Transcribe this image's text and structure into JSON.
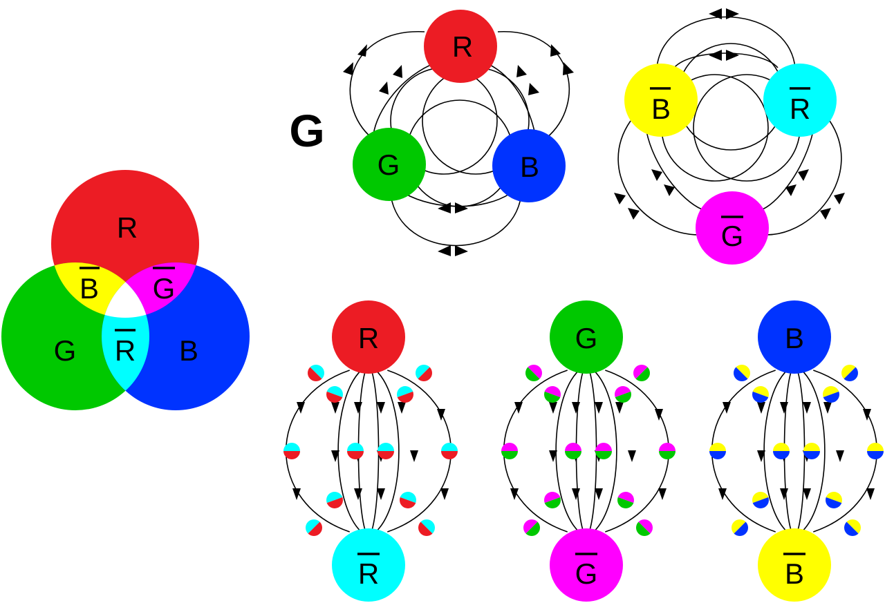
{
  "title": "G",
  "colors": {
    "R": "#ec1c24",
    "G": "#00c800",
    "B": "#0033ff",
    "Rbar": "#00ffff",
    "Gbar": "#ff00ff",
    "Bbar": "#ffff00",
    "white": "#ffffff"
  },
  "venn": {
    "labels": {
      "R": "R",
      "G": "G",
      "B": "B",
      "Rbar": "R",
      "Gbar": "G",
      "Bbar": "B"
    }
  },
  "cayley_main": {
    "nodes": [
      {
        "id": "R",
        "label": "R",
        "color": "#ec1c24"
      },
      {
        "id": "G",
        "label": "G",
        "color": "#00c800"
      },
      {
        "id": "B",
        "label": "B",
        "color": "#0033ff"
      }
    ]
  },
  "cayley_inverse": {
    "nodes": [
      {
        "id": "Bbar",
        "label": "B",
        "color": "#ffff00",
        "overline": true
      },
      {
        "id": "Rbar",
        "label": "R",
        "color": "#00ffff",
        "overline": true
      },
      {
        "id": "Gbar",
        "label": "G",
        "color": "#ff00ff",
        "overline": true
      }
    ]
  },
  "path_graphs": [
    {
      "top": "R",
      "top_color": "#ec1c24",
      "bottom": "R",
      "bottom_color": "#00ffff",
      "dot_colors": [
        "#00ffff",
        "#ec1c24"
      ]
    },
    {
      "top": "G",
      "top_color": "#00c800",
      "bottom": "G",
      "bottom_color": "#ff00ff",
      "dot_colors": [
        "#ff00ff",
        "#00c800"
      ]
    },
    {
      "top": "B",
      "top_color": "#0033ff",
      "bottom": "B",
      "bottom_color": "#ffff00",
      "dot_colors": [
        "#ffff00",
        "#0033ff"
      ]
    }
  ]
}
